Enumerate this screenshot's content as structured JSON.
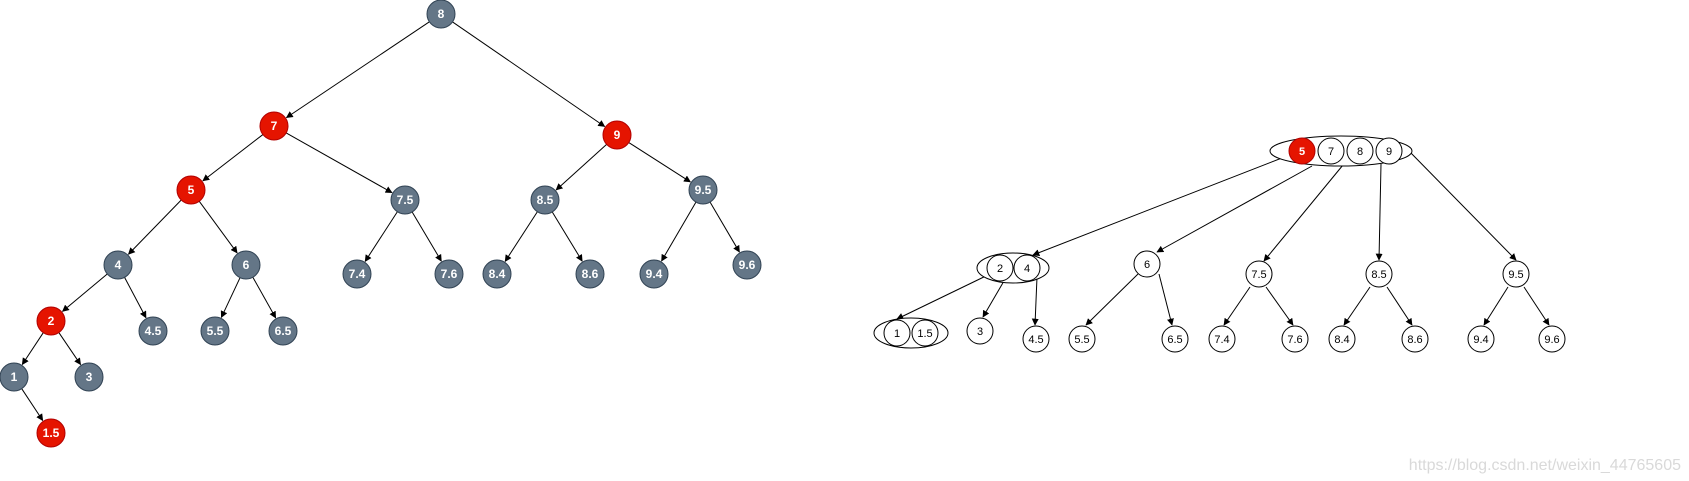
{
  "colors": {
    "black_node": "#647687",
    "red_node": "#e51400",
    "white_node": "#ffffff",
    "edge": "#000000",
    "white_text": "#ffffff",
    "dark_text": "#000000"
  },
  "rb_tree": {
    "nodes": [
      {
        "id": "8",
        "label": "8",
        "color": "black"
      },
      {
        "id": "7",
        "label": "7",
        "color": "red"
      },
      {
        "id": "9",
        "label": "9",
        "color": "red"
      },
      {
        "id": "5",
        "label": "5",
        "color": "red"
      },
      {
        "id": "7.5",
        "label": "7.5",
        "color": "black"
      },
      {
        "id": "8.5",
        "label": "8.5",
        "color": "black"
      },
      {
        "id": "9.5",
        "label": "9.5",
        "color": "black"
      },
      {
        "id": "4",
        "label": "4",
        "color": "black"
      },
      {
        "id": "6",
        "label": "6",
        "color": "black"
      },
      {
        "id": "7.4",
        "label": "7.4",
        "color": "black"
      },
      {
        "id": "7.6",
        "label": "7.6",
        "color": "black"
      },
      {
        "id": "8.4",
        "label": "8.4",
        "color": "black"
      },
      {
        "id": "8.6",
        "label": "8.6",
        "color": "black"
      },
      {
        "id": "9.4",
        "label": "9.4",
        "color": "black"
      },
      {
        "id": "9.6",
        "label": "9.6",
        "color": "black"
      },
      {
        "id": "2",
        "label": "2",
        "color": "red"
      },
      {
        "id": "4.5",
        "label": "4.5",
        "color": "black"
      },
      {
        "id": "5.5",
        "label": "5.5",
        "color": "black"
      },
      {
        "id": "6.5",
        "label": "6.5",
        "color": "black"
      },
      {
        "id": "1",
        "label": "1",
        "color": "black"
      },
      {
        "id": "3",
        "label": "3",
        "color": "black"
      },
      {
        "id": "1.5",
        "label": "1.5",
        "color": "red"
      }
    ],
    "edges": [
      [
        "8",
        "7"
      ],
      [
        "8",
        "9"
      ],
      [
        "7",
        "5"
      ],
      [
        "7",
        "7.5"
      ],
      [
        "9",
        "8.5"
      ],
      [
        "9",
        "9.5"
      ],
      [
        "5",
        "4"
      ],
      [
        "5",
        "6"
      ],
      [
        "7.5",
        "7.4"
      ],
      [
        "7.5",
        "7.6"
      ],
      [
        "8.5",
        "8.4"
      ],
      [
        "8.5",
        "8.6"
      ],
      [
        "9.5",
        "9.4"
      ],
      [
        "9.5",
        "9.6"
      ],
      [
        "4",
        "2"
      ],
      [
        "4",
        "4.5"
      ],
      [
        "6",
        "5.5"
      ],
      [
        "6",
        "6.5"
      ],
      [
        "2",
        "1"
      ],
      [
        "2",
        "3"
      ],
      [
        "1",
        "1.5"
      ]
    ]
  },
  "btree": {
    "groups": [
      {
        "id": "root",
        "keys": [
          {
            "label": "5",
            "color": "red"
          },
          {
            "label": "7",
            "color": "white"
          },
          {
            "label": "8",
            "color": "white"
          },
          {
            "label": "9",
            "color": "white"
          }
        ]
      },
      {
        "id": "g24",
        "keys": [
          {
            "label": "2",
            "color": "white"
          },
          {
            "label": "4",
            "color": "white"
          }
        ]
      },
      {
        "id": "g6",
        "keys": [
          {
            "label": "6",
            "color": "white"
          }
        ]
      },
      {
        "id": "g75",
        "keys": [
          {
            "label": "7.5",
            "color": "white"
          }
        ]
      },
      {
        "id": "g85",
        "keys": [
          {
            "label": "8.5",
            "color": "white"
          }
        ]
      },
      {
        "id": "g95",
        "keys": [
          {
            "label": "9.5",
            "color": "white"
          }
        ]
      },
      {
        "id": "g115",
        "keys": [
          {
            "label": "1",
            "color": "white"
          },
          {
            "label": "1.5",
            "color": "white"
          }
        ]
      },
      {
        "id": "g3",
        "keys": [
          {
            "label": "3",
            "color": "white"
          }
        ]
      },
      {
        "id": "g45",
        "keys": [
          {
            "label": "4.5",
            "color": "white"
          }
        ]
      },
      {
        "id": "g55",
        "keys": [
          {
            "label": "5.5",
            "color": "white"
          }
        ]
      },
      {
        "id": "g65",
        "keys": [
          {
            "label": "6.5",
            "color": "white"
          }
        ]
      },
      {
        "id": "g74",
        "keys": [
          {
            "label": "7.4",
            "color": "white"
          }
        ]
      },
      {
        "id": "g76",
        "keys": [
          {
            "label": "7.6",
            "color": "white"
          }
        ]
      },
      {
        "id": "g84",
        "keys": [
          {
            "label": "8.4",
            "color": "white"
          }
        ]
      },
      {
        "id": "g86",
        "keys": [
          {
            "label": "8.6",
            "color": "white"
          }
        ]
      },
      {
        "id": "g94",
        "keys": [
          {
            "label": "9.4",
            "color": "white"
          }
        ]
      },
      {
        "id": "g96",
        "keys": [
          {
            "label": "9.6",
            "color": "white"
          }
        ]
      }
    ],
    "edges": [
      [
        "root",
        "g24"
      ],
      [
        "root",
        "g6"
      ],
      [
        "root",
        "g75"
      ],
      [
        "root",
        "g85"
      ],
      [
        "root",
        "g95"
      ],
      [
        "g24",
        "g115"
      ],
      [
        "g24",
        "g3"
      ],
      [
        "g24",
        "g45"
      ],
      [
        "g6",
        "g55"
      ],
      [
        "g6",
        "g65"
      ],
      [
        "g75",
        "g74"
      ],
      [
        "g75",
        "g76"
      ],
      [
        "g85",
        "g84"
      ],
      [
        "g85",
        "g86"
      ],
      [
        "g95",
        "g94"
      ],
      [
        "g95",
        "g96"
      ]
    ]
  },
  "watermark": "https://blog.csdn.net/weixin_44765605"
}
